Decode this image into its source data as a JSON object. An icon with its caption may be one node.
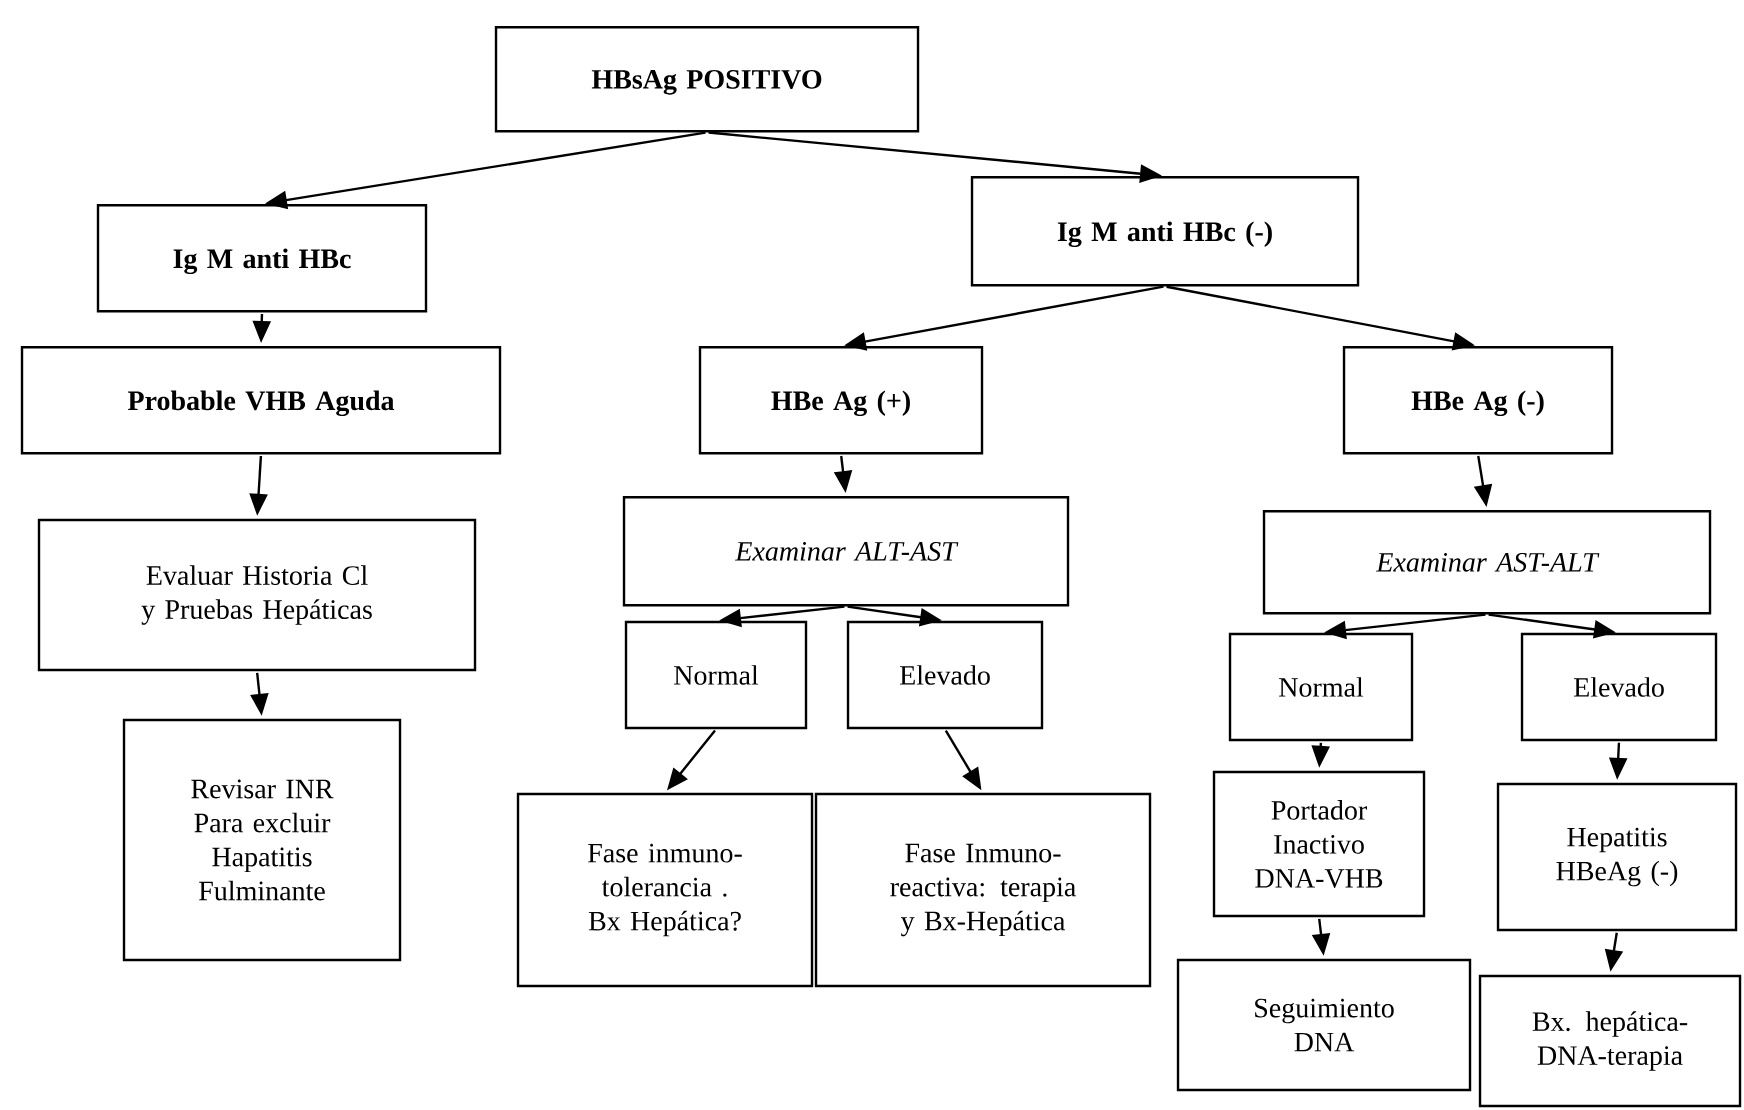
{
  "diagram": {
    "nodes": [
      {
        "text": [
          "HBsAg POSITIVO"
        ]
      },
      {
        "text": [
          "Ig M anti HBc"
        ]
      },
      {
        "text": [
          "Ig M anti HBc (-)"
        ]
      },
      {
        "text": [
          "Probable VHB Aguda"
        ]
      },
      {
        "text": [
          "HBe Ag (+)"
        ]
      },
      {
        "text": [
          "HBe Ag (-)"
        ]
      },
      {
        "text": [
          "Evaluar Historia Cl y Pruebas Hepáticas"
        ]
      },
      {
        "text": [
          "Examinar ALT-AST"
        ]
      },
      {
        "text": [
          "Examinar AST-ALT"
        ]
      },
      {
        "text": [
          "Revisar INR Para excluir Hapatitis Fulminante"
        ]
      },
      {
        "text": [
          "Normal"
        ]
      },
      {
        "text": [
          "Elevado"
        ]
      },
      {
        "text": [
          "Normal"
        ]
      },
      {
        "text": [
          "Elevado"
        ]
      },
      {
        "text": [
          "Fase inmuno-tolerancia . Bx Hepática?"
        ]
      },
      {
        "text": [
          "Fase Inmuno-reactiva: terapia y Bx-Hepática"
        ]
      },
      {
        "text": [
          "Portador Inactivo DNA-VHB"
        ]
      },
      {
        "text": [
          "Hepatitis HBeAg (-)"
        ]
      },
      {
        "text": [
          "Seguimiento DNA"
        ]
      },
      {
        "text": [
          "Bx. hepática- DNA-terapia"
        ]
      }
    ],
    "edges": [
      {
        "from": 0,
        "to": 1,
        "arrow": "to"
      },
      {
        "from": 0,
        "to": 2,
        "arrow": "to"
      },
      {
        "from": 1,
        "to": 3,
        "arrow": "to"
      },
      {
        "from": 2,
        "to": 4,
        "arrow": "to"
      },
      {
        "from": 2,
        "to": 5,
        "arrow": "to"
      },
      {
        "from": 3,
        "to": 6,
        "arrow": "to"
      },
      {
        "from": 4,
        "to": 7,
        "arrow": "to"
      },
      {
        "from": 5,
        "to": 8,
        "arrow": "to"
      },
      {
        "from": 6,
        "to": 9,
        "arrow": "to"
      },
      {
        "from": 7,
        "to": 10,
        "arrow": "to"
      },
      {
        "from": 7,
        "to": 11,
        "arrow": "to"
      },
      {
        "from": 8,
        "to": 12,
        "arrow": "to"
      },
      {
        "from": 8,
        "to": 13,
        "arrow": "to"
      },
      {
        "from": 10,
        "to": 14,
        "arrow": "to"
      },
      {
        "from": 11,
        "to": 15,
        "arrow": "to"
      },
      {
        "from": 12,
        "to": 16,
        "arrow": "to"
      },
      {
        "from": 13,
        "to": 17,
        "arrow": "to"
      },
      {
        "from": 16,
        "to": 18,
        "arrow": "to"
      },
      {
        "from": 17,
        "to": 19,
        "arrow": "to"
      }
    ]
  }
}
